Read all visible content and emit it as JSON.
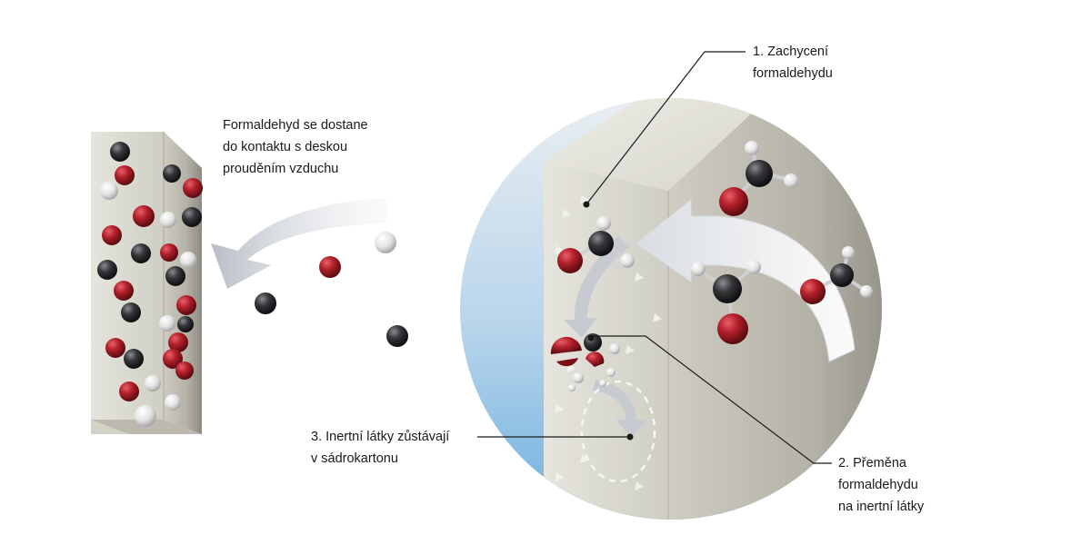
{
  "labels": {
    "intro": [
      "Formaldehyd se dostane",
      "do kontaktu s deskou",
      "prouděním vzduchu"
    ],
    "step1": [
      "1. Zachycení",
      "formaldehydu"
    ],
    "step2": [
      "2. Přeměna",
      "formaldehydu",
      "na inertní látky"
    ],
    "step3": [
      "3. Inertní látky zůstávají",
      "v sádrokartonu"
    ]
  },
  "colors": {
    "oxygen": "#b3202a",
    "carbon": "#2f3033",
    "hydrogen": "#e8e8e8",
    "board": "#d9d8cf",
    "arrow": "#cfd3d9",
    "sky": "#7fb6de"
  }
}
